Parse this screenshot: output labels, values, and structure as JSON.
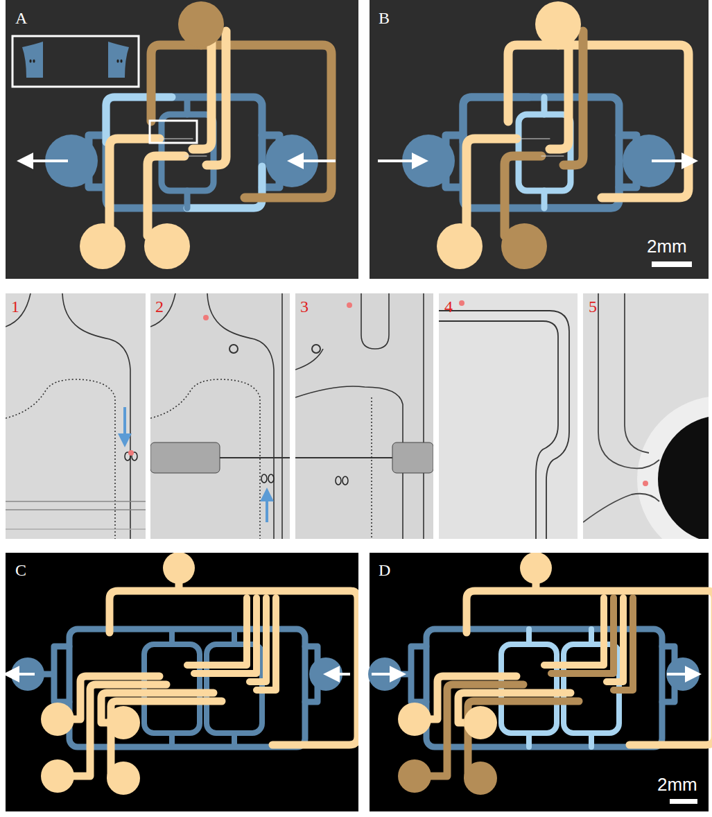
{
  "diagram": {
    "labels": [
      "A",
      "B",
      "2mm",
      "1",
      "2",
      "3",
      "4",
      "5",
      "C",
      "D",
      "2mm"
    ]
  }
}
